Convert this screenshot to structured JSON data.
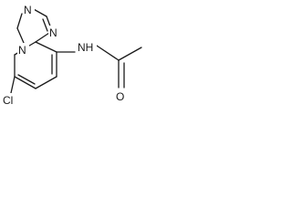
{
  "molecule": {
    "atoms": {
      "n_top": "N",
      "n_bridge": "N",
      "n_ring": "N",
      "nh": "NH",
      "o": "O",
      "cl": "Cl"
    }
  }
}
